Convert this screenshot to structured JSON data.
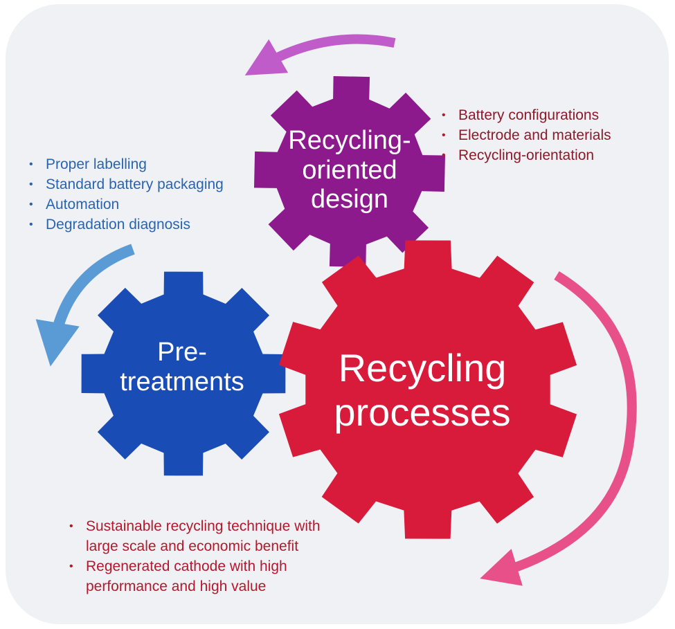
{
  "gears": {
    "design": {
      "label_line1": "Recycling-",
      "label_line2": "oriented",
      "label_line3": "design",
      "color": "#8c1a8c"
    },
    "pretreatments": {
      "label_line1": "Pre-",
      "label_line2": "treatments",
      "color": "#1a4cb5"
    },
    "processes": {
      "label_line1": "Recycling",
      "label_line2": "processes",
      "color": "#d81a3b"
    }
  },
  "lists": {
    "design_points": [
      "Battery configurations",
      "Electrode and materials",
      "Recycling-orientation"
    ],
    "pretreatment_points": [
      "Proper labelling",
      "Standard battery packaging",
      "Automation",
      "Degradation diagnosis"
    ],
    "process_points": [
      [
        "Sustainable recycling technique with",
        "large scale and economic benefit"
      ],
      [
        "Regenerated cathode with high",
        "performance and high value"
      ]
    ]
  },
  "arrows": {
    "top_color": "#c05cc9",
    "left_color": "#5b9bd5",
    "right_color": "#e8508a"
  }
}
